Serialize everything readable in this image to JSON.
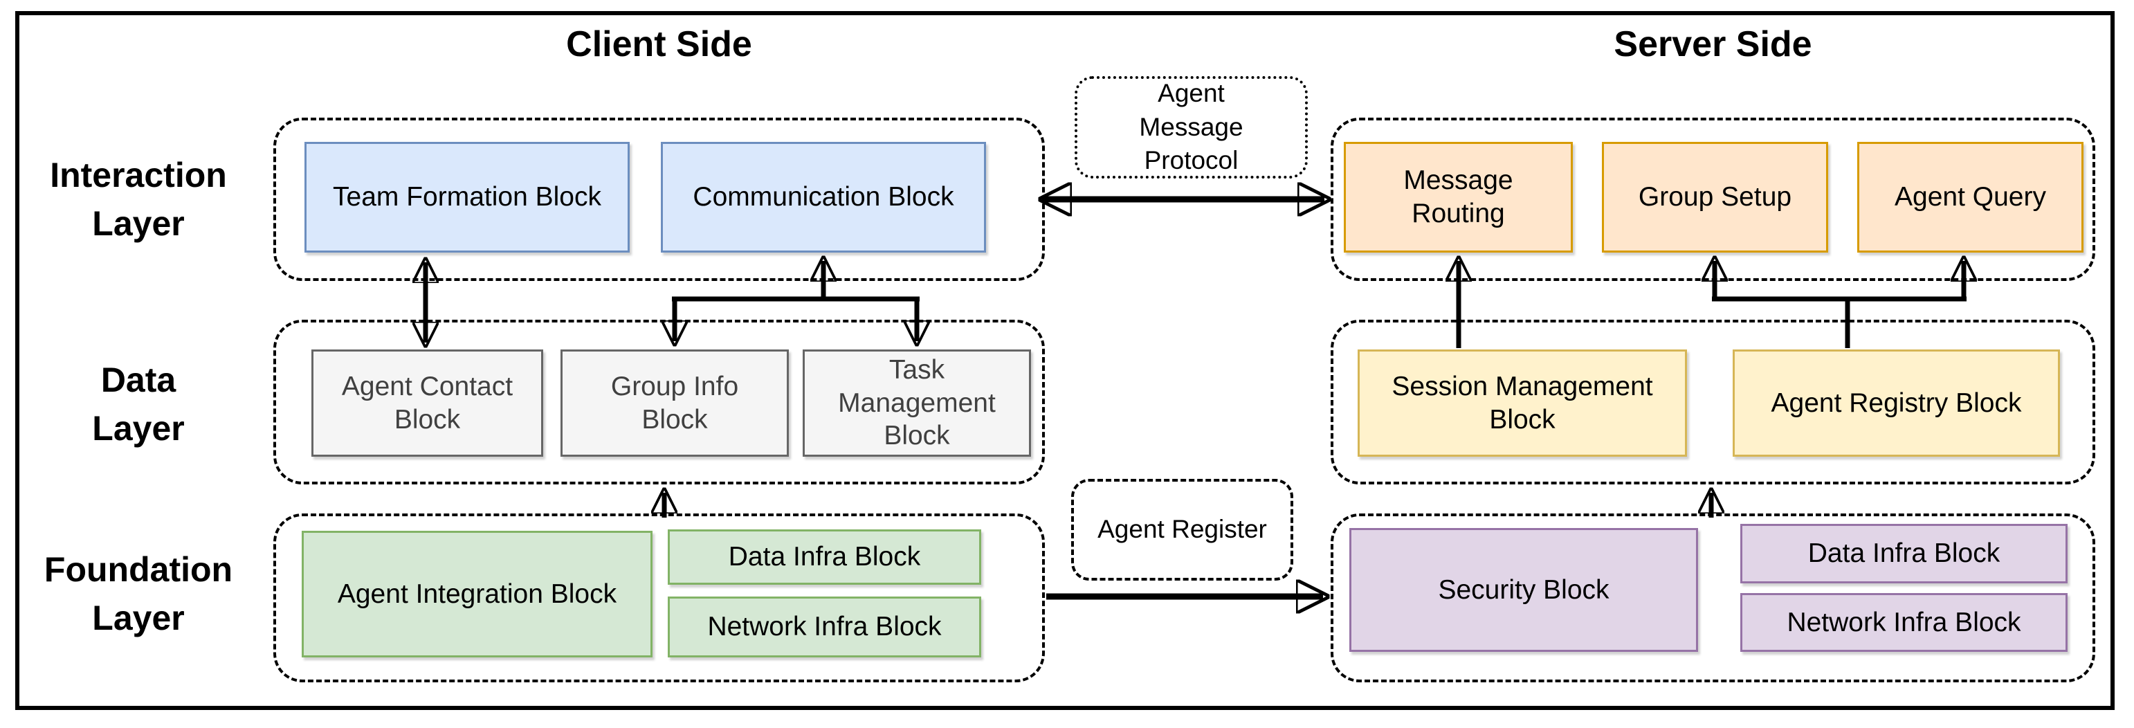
{
  "titles": {
    "client": "Client Side",
    "server": "Server Side"
  },
  "layer_labels": [
    {
      "lines": [
        "Interaction",
        "Layer"
      ]
    },
    {
      "lines": [
        "Data",
        "Layer"
      ]
    },
    {
      "lines": [
        "Foundation",
        "Layer"
      ]
    }
  ],
  "client": {
    "interaction": {
      "blocks": [
        "Team Formation Block",
        "Communication Block"
      ]
    },
    "data": {
      "blocks": [
        "Agent Contact Block",
        "Group Info Block",
        "Task Management Block"
      ]
    },
    "foundation": {
      "main": "Agent Integration Block",
      "infra": [
        "Data Infra Block",
        "Network Infra Block"
      ]
    }
  },
  "server": {
    "interaction": {
      "blocks": [
        "Message Routing",
        "Group Setup",
        "Agent Query"
      ]
    },
    "data": {
      "blocks": [
        "Session Management Block",
        "Agent Registry Block"
      ]
    },
    "foundation": {
      "main": "Security Block",
      "infra": [
        "Data Infra Block",
        "Network Infra Block"
      ]
    }
  },
  "connectors": {
    "message_protocol_lines": [
      "Agent",
      "Message",
      "Protocol"
    ],
    "agent_register_label": "Agent Register"
  },
  "colors": {
    "blue_fill": "#DAE8FC",
    "blue_border": "#6C8EBF",
    "orange_fill": "#FFE6CC",
    "orange_border": "#D79B00",
    "gray_fill": "#F5F5F5",
    "gray_border": "#666666",
    "yellow_fill": "#FFF2CC",
    "yellow_border": "#D6B656",
    "green_fill": "#D5E8D4",
    "green_border": "#82B366",
    "purple_fill": "#E1D5E7",
    "purple_border": "#9673A6",
    "line": "#000000"
  }
}
